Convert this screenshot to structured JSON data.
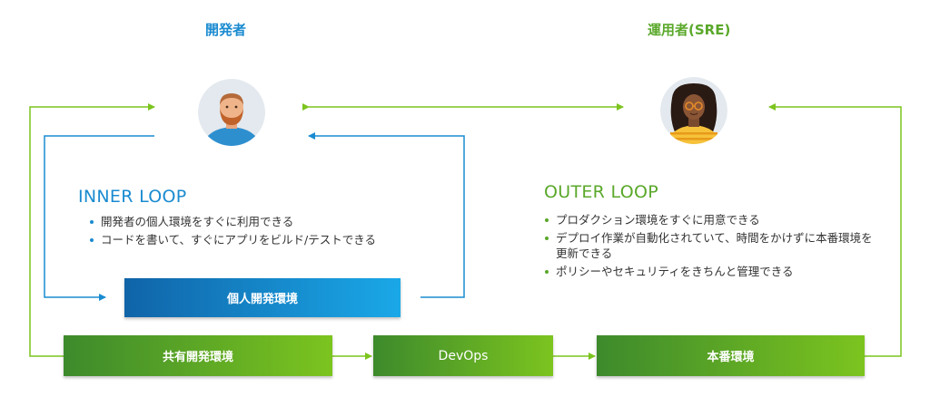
{
  "developer": {
    "label": "開発者",
    "avatar": "developer-avatar"
  },
  "operator": {
    "label": "運用者(SRE)",
    "avatar": "operator-avatar"
  },
  "inner_loop": {
    "title": "INNER LOOP",
    "bullets": [
      "開発者の個人環境をすぐに利用できる",
      "コードを書いて、すぐにアプリをビルド/テストできる"
    ]
  },
  "outer_loop": {
    "title": "OUTER LOOP",
    "bullets": [
      "プロダクション環境をすぐに用意できる",
      "デプロイ作業が自動化されていて、時間をかけずに本番環境を更新できる",
      "ポリシーやセキュリティをきちんと管理できる"
    ]
  },
  "boxes": {
    "personal_env": "個人開発環境",
    "shared_env": "共有開発環境",
    "devops": "DevOps",
    "production_env": "本番環境"
  },
  "colors": {
    "developer_blue": "#1a8bd0",
    "operator_green": "#5aa82a",
    "blue_arrow": "#1a8bd0",
    "green_arrow": "#7cc41f"
  }
}
